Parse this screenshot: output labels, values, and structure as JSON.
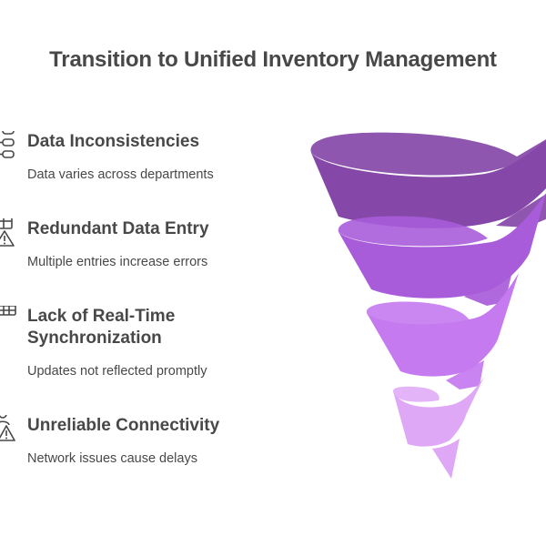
{
  "title": "Transition to Unified Inventory Management",
  "items": [
    {
      "heading": "Data Inconsistencies",
      "description": "Data varies across departments",
      "icon": "database-network-icon",
      "color": "#8648a8"
    },
    {
      "heading": "Redundant Data Entry",
      "description": "Multiple entries increase errors",
      "icon": "form-warning-icon",
      "color": "#a95cd9"
    },
    {
      "heading": "Lack of Real-Time Synchronization",
      "description": "Updates not reflected promptly",
      "icon": "spreadsheet-icon",
      "color": "#c57af0"
    },
    {
      "heading": "Unreliable Connectivity",
      "description": "Network issues cause delays",
      "icon": "user-warning-icon",
      "color": "#dea8f7"
    }
  ]
}
